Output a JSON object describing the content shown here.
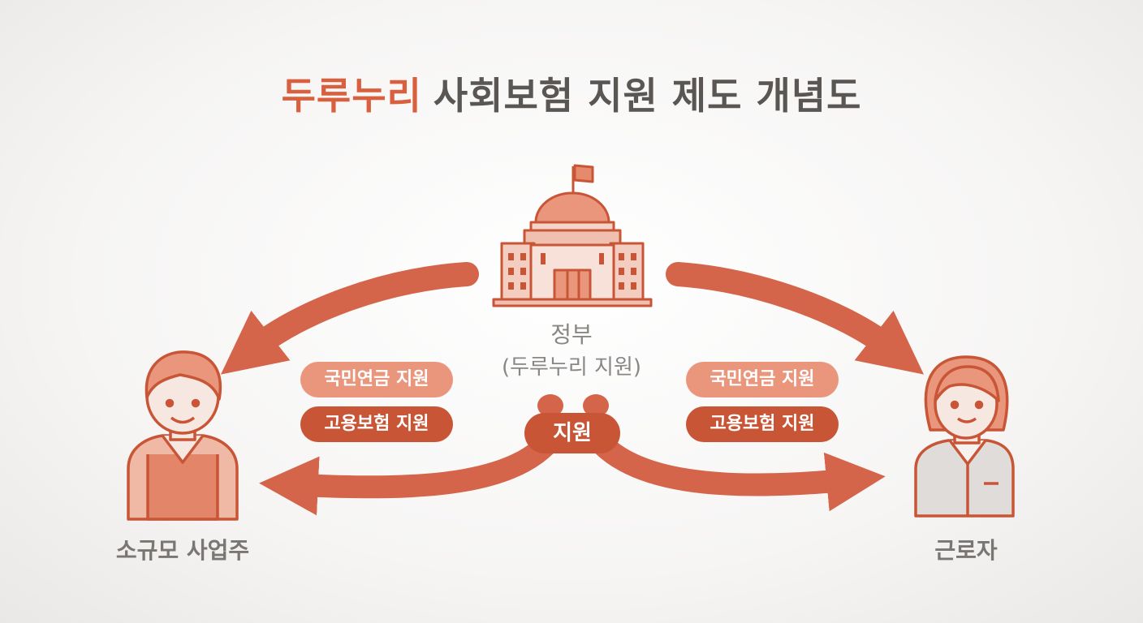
{
  "title": {
    "accent": "두루누리",
    "rest": "사회보험 지원 제도 개념도"
  },
  "government": {
    "name": "정부",
    "sub": "(두루누리 지원)"
  },
  "employer": {
    "name": "소규모 사업주"
  },
  "worker": {
    "name": "근로자"
  },
  "left_badges": [
    "국민연금 지원",
    "고용보험 지원"
  ],
  "right_badges": [
    "국민연금 지원",
    "고용보험 지원"
  ],
  "center_badge": "지원",
  "colors": {
    "accent": "#d9603f",
    "arrow": "#d4654a",
    "badge_light": "#e9967d",
    "badge_dark": "#c85536",
    "text_gray": "#8a8683"
  },
  "icons": [
    "government-building-icon",
    "employer-person-icon",
    "worker-person-icon"
  ]
}
